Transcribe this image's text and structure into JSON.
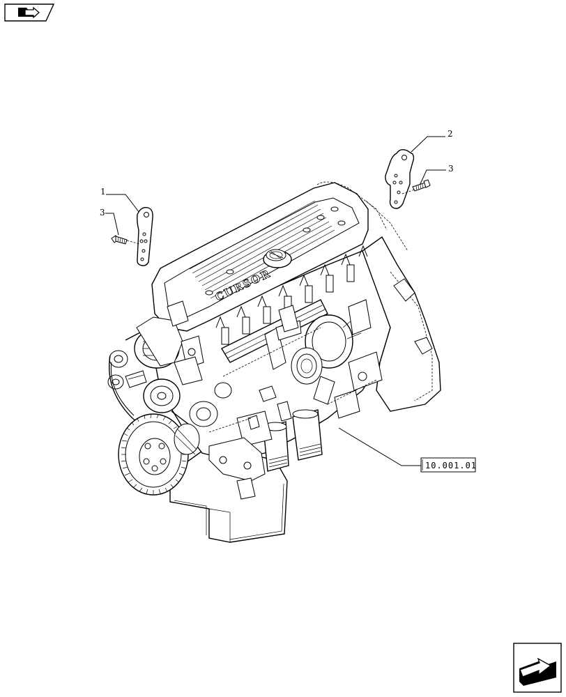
{
  "callouts": [
    {
      "label": "1"
    },
    {
      "label": "2"
    },
    {
      "label": "3"
    },
    {
      "label": "3"
    }
  ],
  "reference": {
    "code": "10.001.01"
  },
  "logo_text": "CURSOR"
}
